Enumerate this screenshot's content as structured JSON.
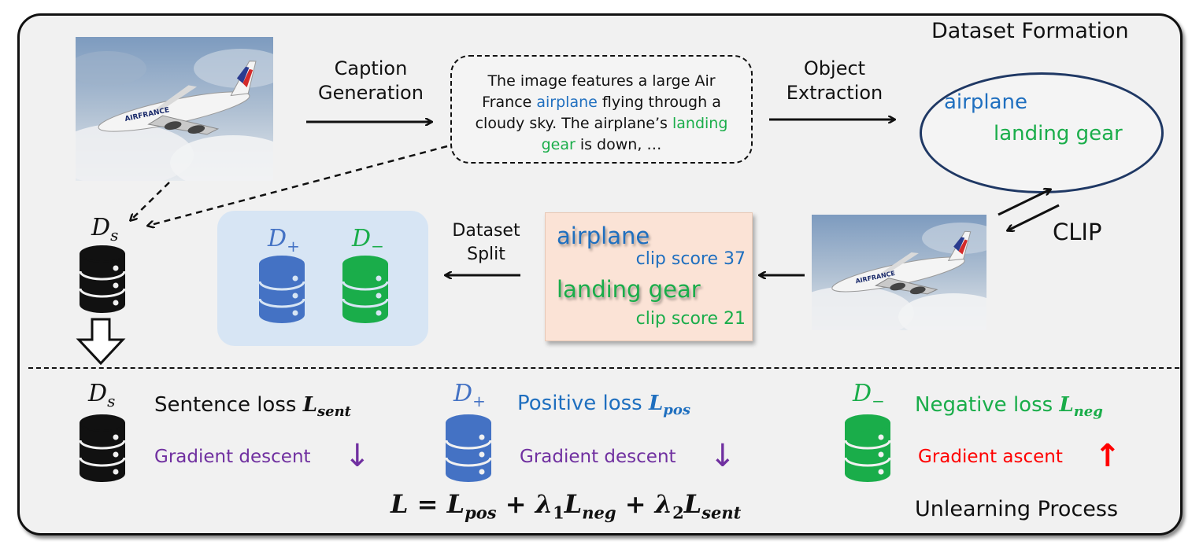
{
  "dataset_formation": {
    "title": "Dataset Formation",
    "caption_generation": [
      "Caption",
      "Generation"
    ],
    "caption_text": {
      "part1": "The image features a large Air France ",
      "obj1": "airplane",
      "part2": " flying through a cloudy sky. The airplane’s ",
      "obj2": "landing gear",
      "part3": " is down, …"
    },
    "object_extraction": [
      "Object",
      "Extraction"
    ],
    "objects": [
      "airplane",
      "landing gear"
    ],
    "clip_label": "CLIP",
    "scores": [
      {
        "object": "airplane",
        "score_label": "clip score 37"
      },
      {
        "object": "landing gear",
        "score_label": "clip score 21"
      }
    ],
    "dataset_split": [
      "Dataset",
      "Split"
    ],
    "ds_label": {
      "base": "D",
      "sub": "s"
    },
    "dplus_label": {
      "base": "D",
      "sub": "+"
    },
    "dminus_label": {
      "base": "D",
      "sub": "−"
    }
  },
  "unlearning": {
    "title": "Unlearning Process",
    "sentence": {
      "text": "Sentence loss ",
      "sym": "L",
      "sub": "sent",
      "grad": "Gradient descent",
      "arrow": "↓"
    },
    "positive": {
      "text": "Positive loss ",
      "sym": "L",
      "sub": "pos",
      "grad": "Gradient descent",
      "arrow": "↓"
    },
    "negative": {
      "text": "Negative loss ",
      "sym": "L",
      "sub": "neg",
      "grad": "Gradient ascent",
      "arrow": "↑"
    },
    "formula": {
      "lhs": "L = L",
      "pos": "pos",
      "plus1": " + λ",
      "one": "1",
      "Lneg": "L",
      "neg": "neg",
      "plus2": " + λ",
      "two": "2",
      "Lsent": "L",
      "sent": "sent"
    }
  },
  "colors": {
    "blue": "#1f6fbf",
    "green": "#1aad4a",
    "db_blue": "#4472c4",
    "db_green": "#1aad4a",
    "purple": "#7030a0",
    "red": "#ff0000"
  }
}
